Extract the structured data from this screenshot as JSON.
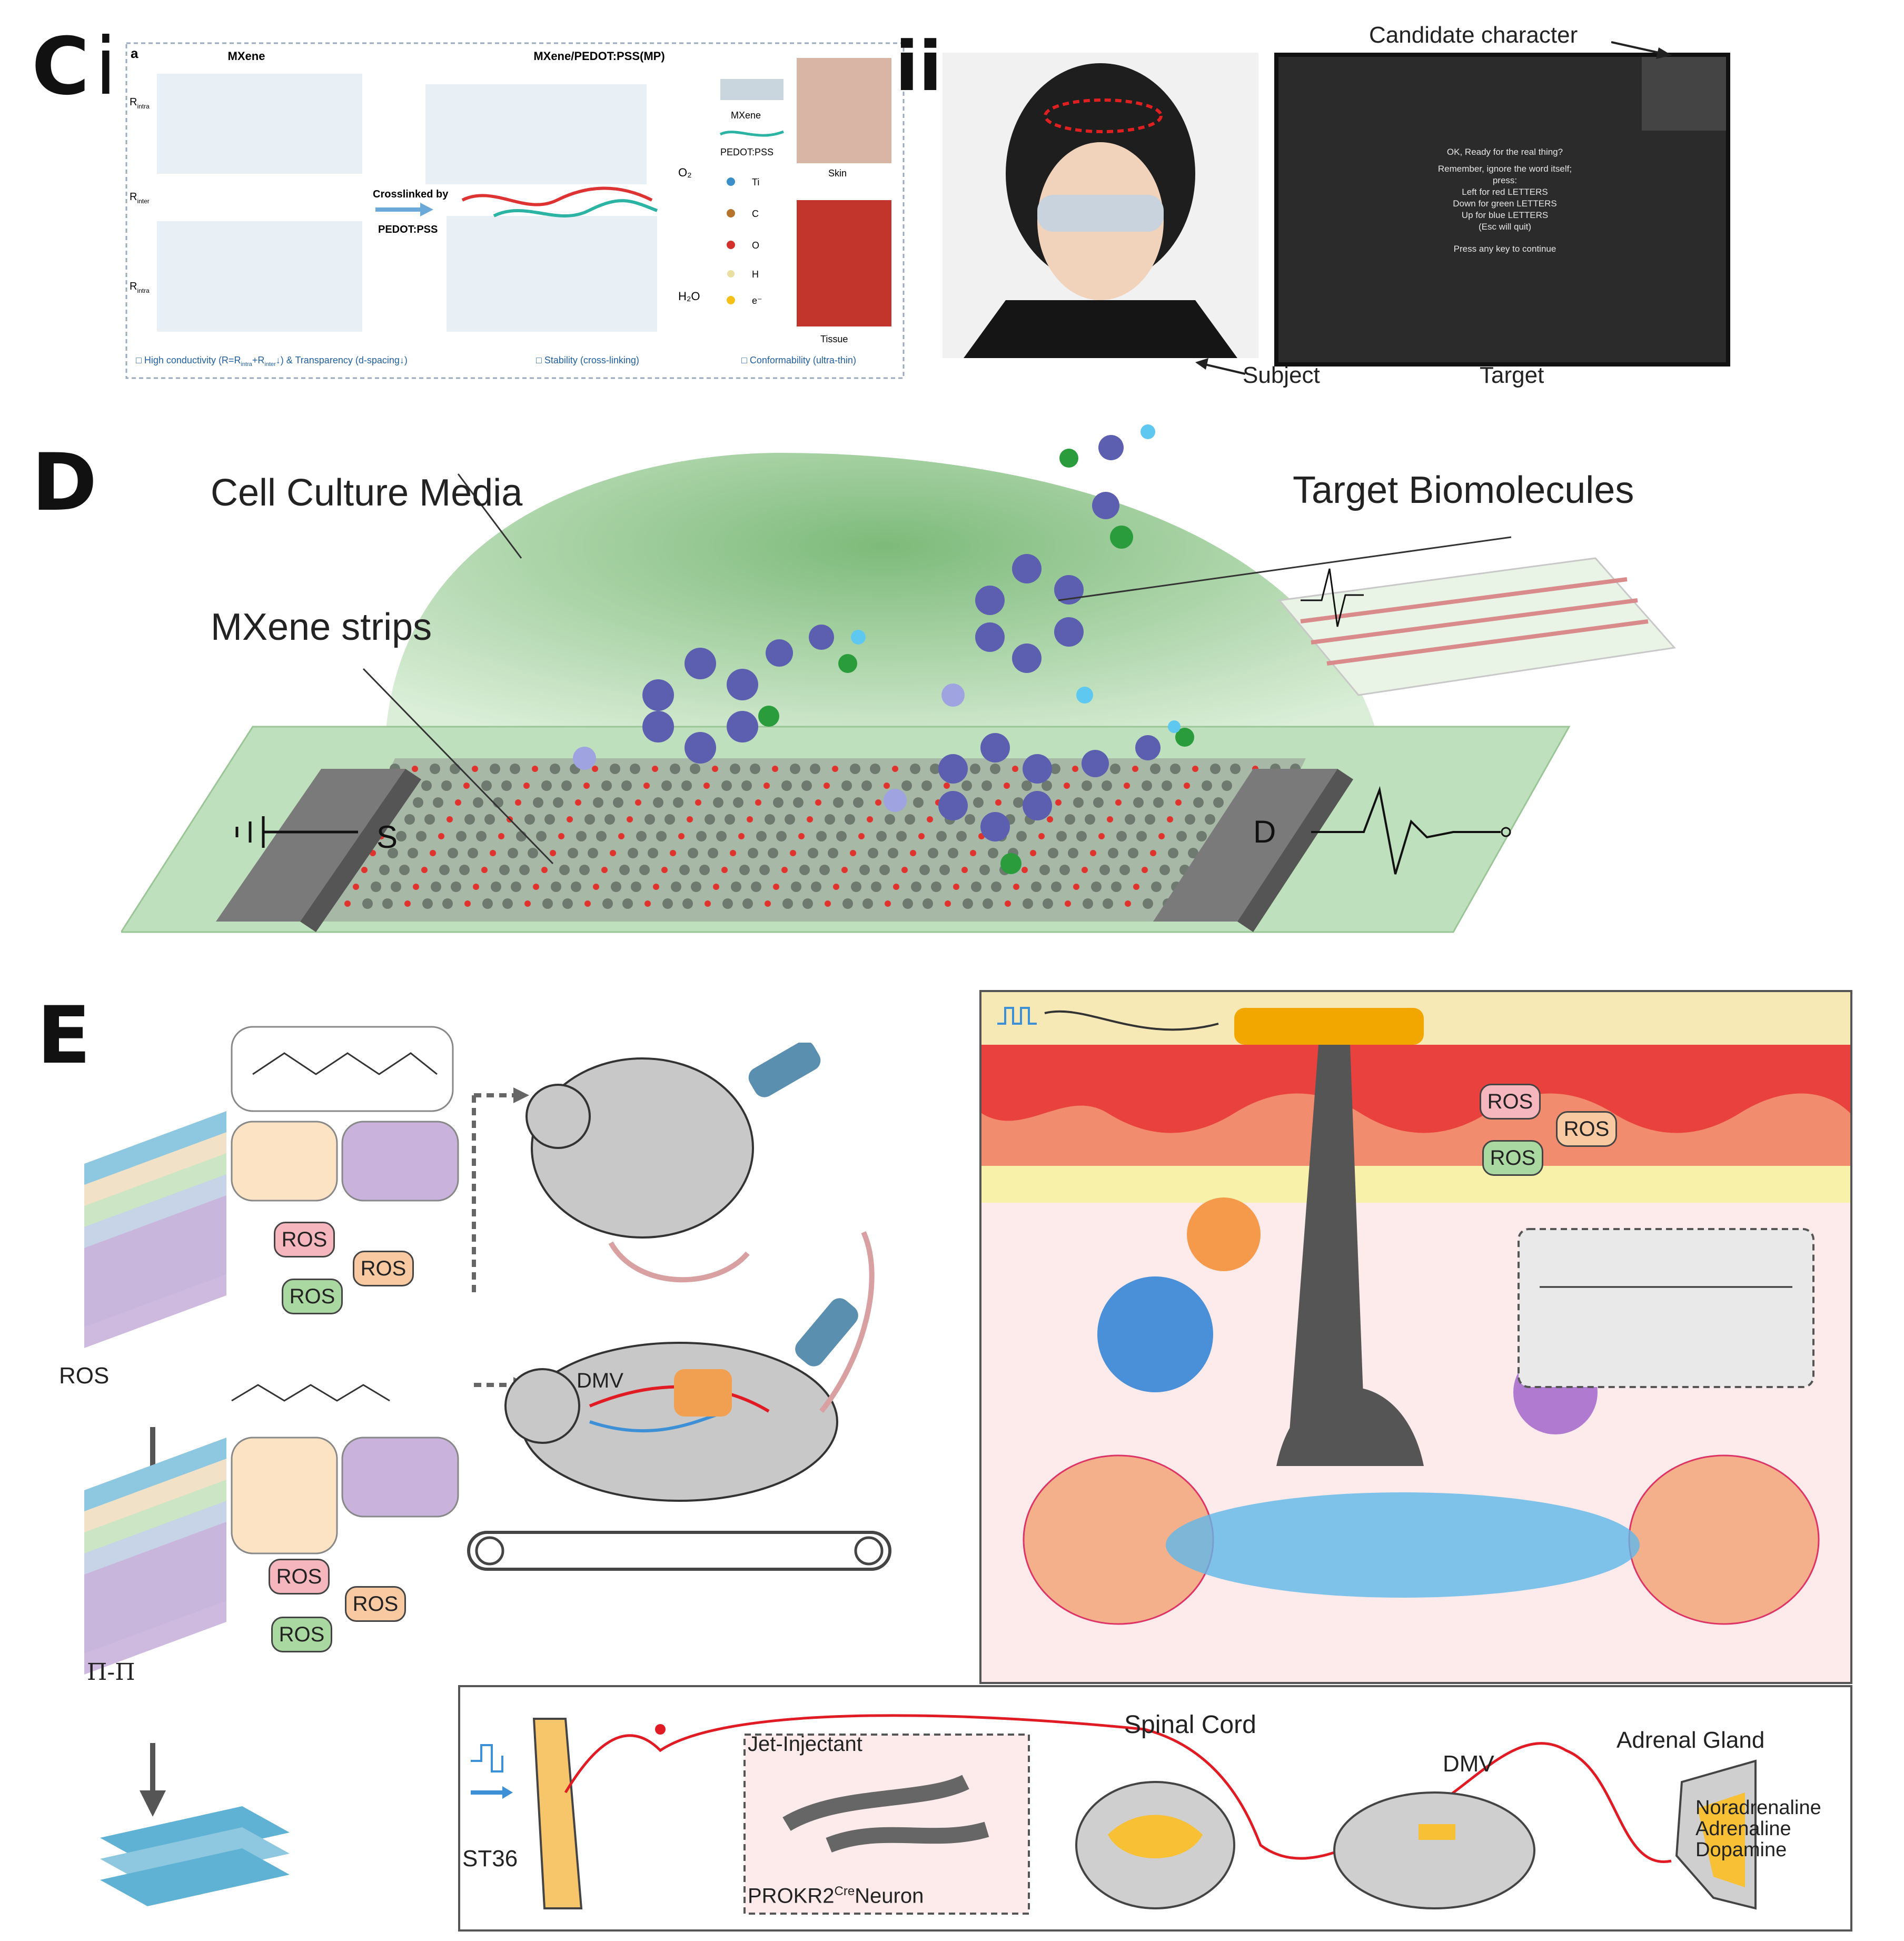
{
  "panel_C": {
    "letter": "C",
    "sub_i": "i",
    "sub_ii": "ii",
    "i": {
      "subpanel_tag": "a",
      "title_left": "MXene",
      "title_right": "MXene/PEDOT:PSS(MP)",
      "r_intra": "R",
      "r_intra_sub": "intra",
      "r_inter": "R",
      "r_inter_sub": "inter",
      "crosslink_line1": "Crosslinked by",
      "crosslink_line2": "PEDOT:PSS",
      "o2": "O₂",
      "h2o": "H₂O",
      "legend_mxene": "MXene",
      "legend_pedot": "PEDOT:PSS",
      "legend_ti": "Ti",
      "legend_c": "C",
      "legend_o": "O",
      "legend_h": "H",
      "legend_e": "e⁻",
      "skin": "Skin",
      "tissue": "Tissue",
      "bullet1": "High conductivity (R=R",
      "bullet1_sub1": "intra",
      "bullet1_mid": "+R",
      "bullet1_sub2": "inter",
      "bullet1_end": "↓) & Transparency (d-spacing↓)",
      "bullet2": "Stability (cross-linking)",
      "bullet3": "Conformability (ultra-thin)"
    },
    "ii": {
      "candidate": "Candidate character",
      "subject": "Subject",
      "target": "Target",
      "screen_lines": [
        "OK, Ready for the real thing?",
        "Remember, ignore the word itself;",
        "press:",
        "Left for red LETTERS",
        "Down for green LETTERS",
        "Up for blue LETTERS",
        "(Esc will quit)",
        "",
        "Press any key to continue"
      ]
    }
  },
  "panel_D": {
    "letter": "D",
    "cell_culture": "Cell Culture Media",
    "target_bio": "Target Biomolecules",
    "mxene_strips": "MXene strips",
    "source": "S",
    "drain": "D"
  },
  "panel_E": {
    "letter": "E",
    "ros": "ROS",
    "pi_pi": "Π-Π",
    "dmv_mouse": "DMV",
    "spinal_cord": "Spinal Cord",
    "dmv": "DMV",
    "adrenal_gland": "Adrenal Gland",
    "noradrenaline": "Noradrenaline",
    "adrenaline": "Adrenaline",
    "dopamine": "Dopamine",
    "st36": "ST36",
    "jet_injectant": "Jet-Injectant",
    "prokr2": "PROKR2",
    "prokr2_sup": "Cre",
    "neuron": "Neuron"
  },
  "colors": {
    "mxene_green": "#9fcf9a",
    "ros_pink": "#f5b6bd",
    "ros_orange": "#f9c9a1",
    "ros_green": "#a9d8a1",
    "nerve_red": "#e01b24",
    "neuron_gray": "#555555"
  }
}
